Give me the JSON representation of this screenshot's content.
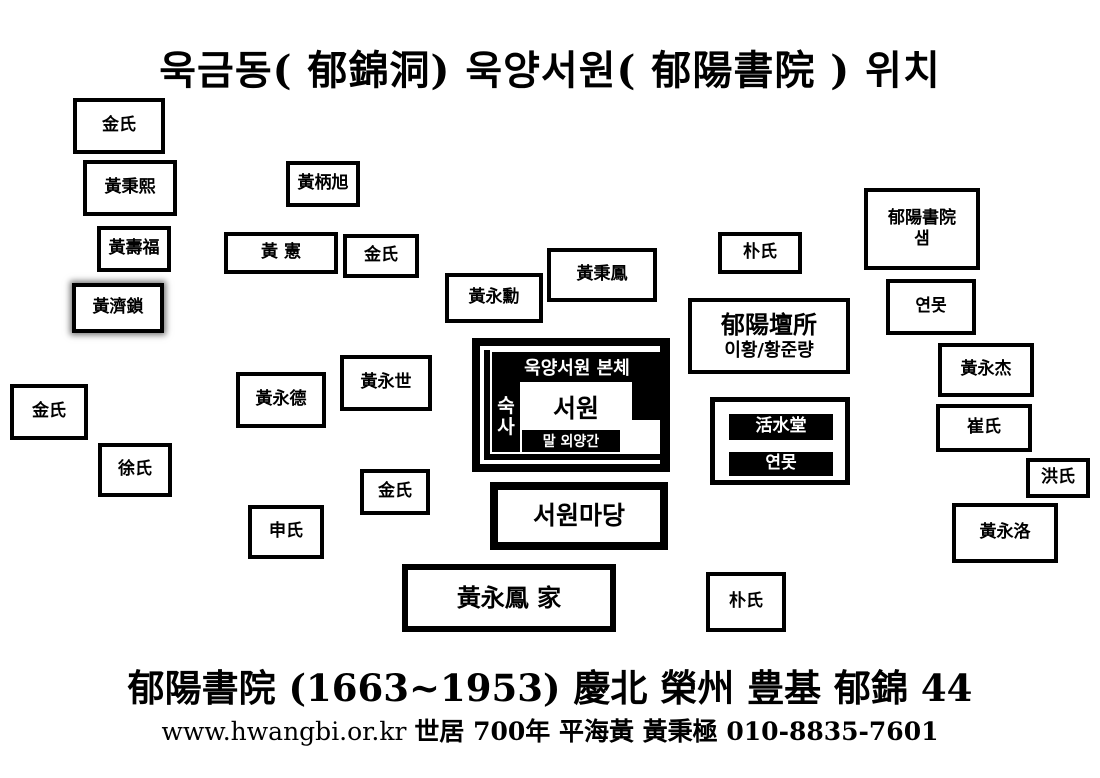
{
  "title": "욱금동( 郁錦洞) 욱양서원( 郁陽書院 ) 위치",
  "boxes": {
    "kim1": "金氏",
    "hwang_byeonghui": "黃秉熙",
    "hwang_subok": "黃壽福",
    "hwang_jesoe": "黃濟鎖",
    "kim_left": "金氏",
    "seo": "徐氏",
    "hwang_byeongwook": "黃柄旭",
    "hwang_heon": "黃  憲",
    "kim_mid": "金氏",
    "hwang_yeongdeok": "黃永德",
    "hwang_yeongse": "黃永世",
    "kim_low": "金氏",
    "shin": "申氏",
    "hwang_yeonghun": "黃永勳",
    "hwang_byeongbong": "黃秉鳳",
    "park_top": "朴氏",
    "park_bottom": "朴氏",
    "hwang_yeongbong_house": "黃永鳳 家",
    "seowon_madang": "서원마당",
    "yuyang_seowon_spring_line1": "郁陽書院",
    "yuyang_seowon_spring_line2": "샘",
    "pond_right": "연못",
    "hwang_yeonggeol": "黃永杰",
    "choi": "崔氏",
    "hong": "洪氏",
    "hwang_yeongnak": "黃永洛"
  },
  "seowon": {
    "main_label": "욱양서원 본체",
    "dorm_line1": "숙",
    "dorm_line2": "사",
    "center_label": "서원",
    "stable_label": "말 외양간"
  },
  "dansho": {
    "title": "郁陽壇所",
    "subtitle": "이황/황준량"
  },
  "hwalsudang": {
    "hall": "活水堂",
    "pond": "연못"
  },
  "footer": {
    "line1": "郁陽書院 (1663~1953) 慶北 榮州 豊基 郁錦 44",
    "url": "www.hwangbi.or.kr",
    "rest": "世居 700年 平海黃 黃秉極 010-8835-7601"
  }
}
